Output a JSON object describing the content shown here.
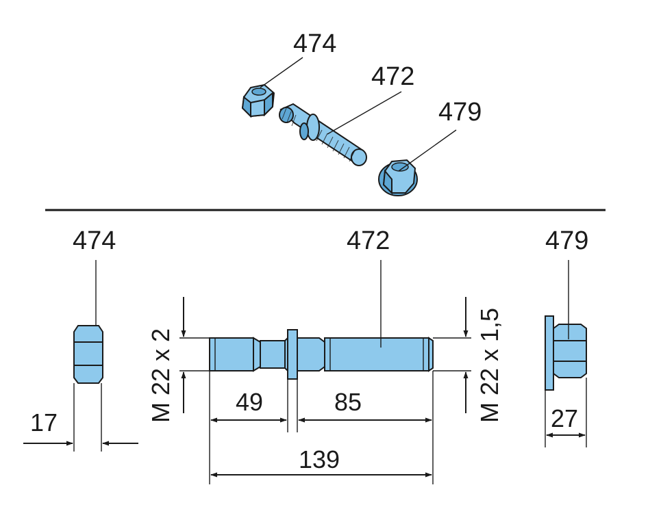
{
  "colors": {
    "part_fill": "#8ec9ec",
    "part_dark": "#5ea7d4",
    "line": "#1a1a1a"
  },
  "labels": {
    "top": {
      "nut_474": "474",
      "stud_472": "472",
      "nut_479": "479"
    },
    "bottom": {
      "nut_474": "474",
      "stud_472": "472",
      "nut_479": "479"
    }
  },
  "dimensions": {
    "nut_474_width": "17",
    "stud_short_length": "49",
    "stud_long_length": "85",
    "stud_total_length": "139",
    "nut_479_width": "27"
  },
  "threads": {
    "left": "M 22 x 2",
    "right": "M 22 x 1,5"
  }
}
